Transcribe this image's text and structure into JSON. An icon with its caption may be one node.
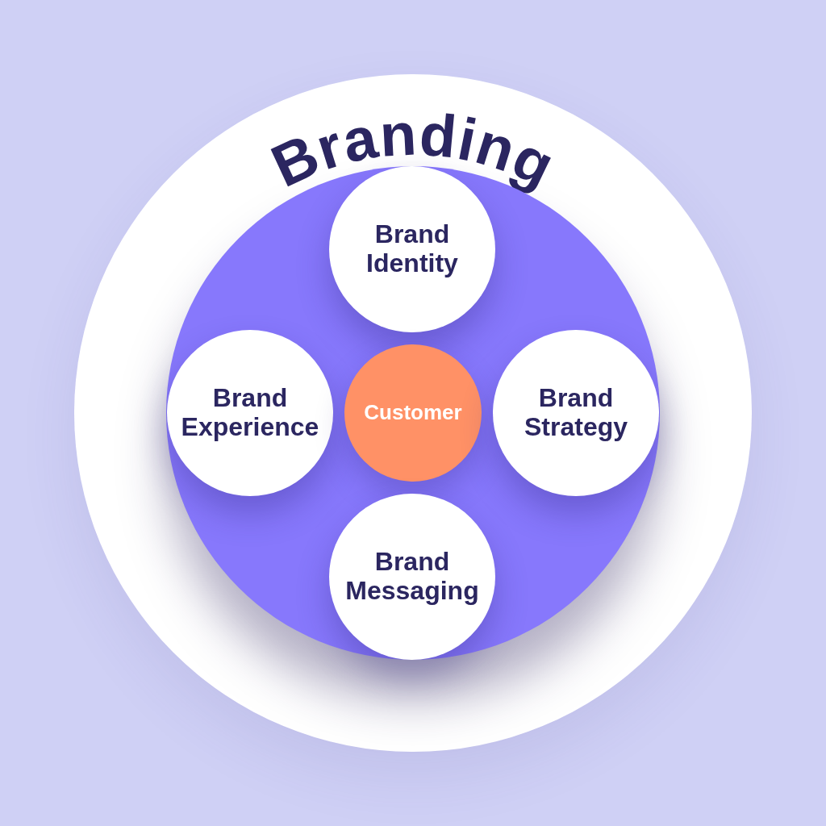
{
  "diagram": {
    "nodes": [
      {
        "text": [
          "Branding"
        ]
      },
      {
        "text": [],
        "shape": "circle",
        "in": 0
      },
      {
        "text": [
          "Brand Identity"
        ],
        "in": 1
      },
      {
        "text": [
          "Brand Experience"
        ],
        "in": 1
      },
      {
        "text": [
          "Customer"
        ],
        "in": 1
      },
      {
        "text": [
          "Brand Strategy"
        ],
        "in": 1
      },
      {
        "text": [
          "Brand Messaging"
        ],
        "in": 1
      }
    ]
  }
}
